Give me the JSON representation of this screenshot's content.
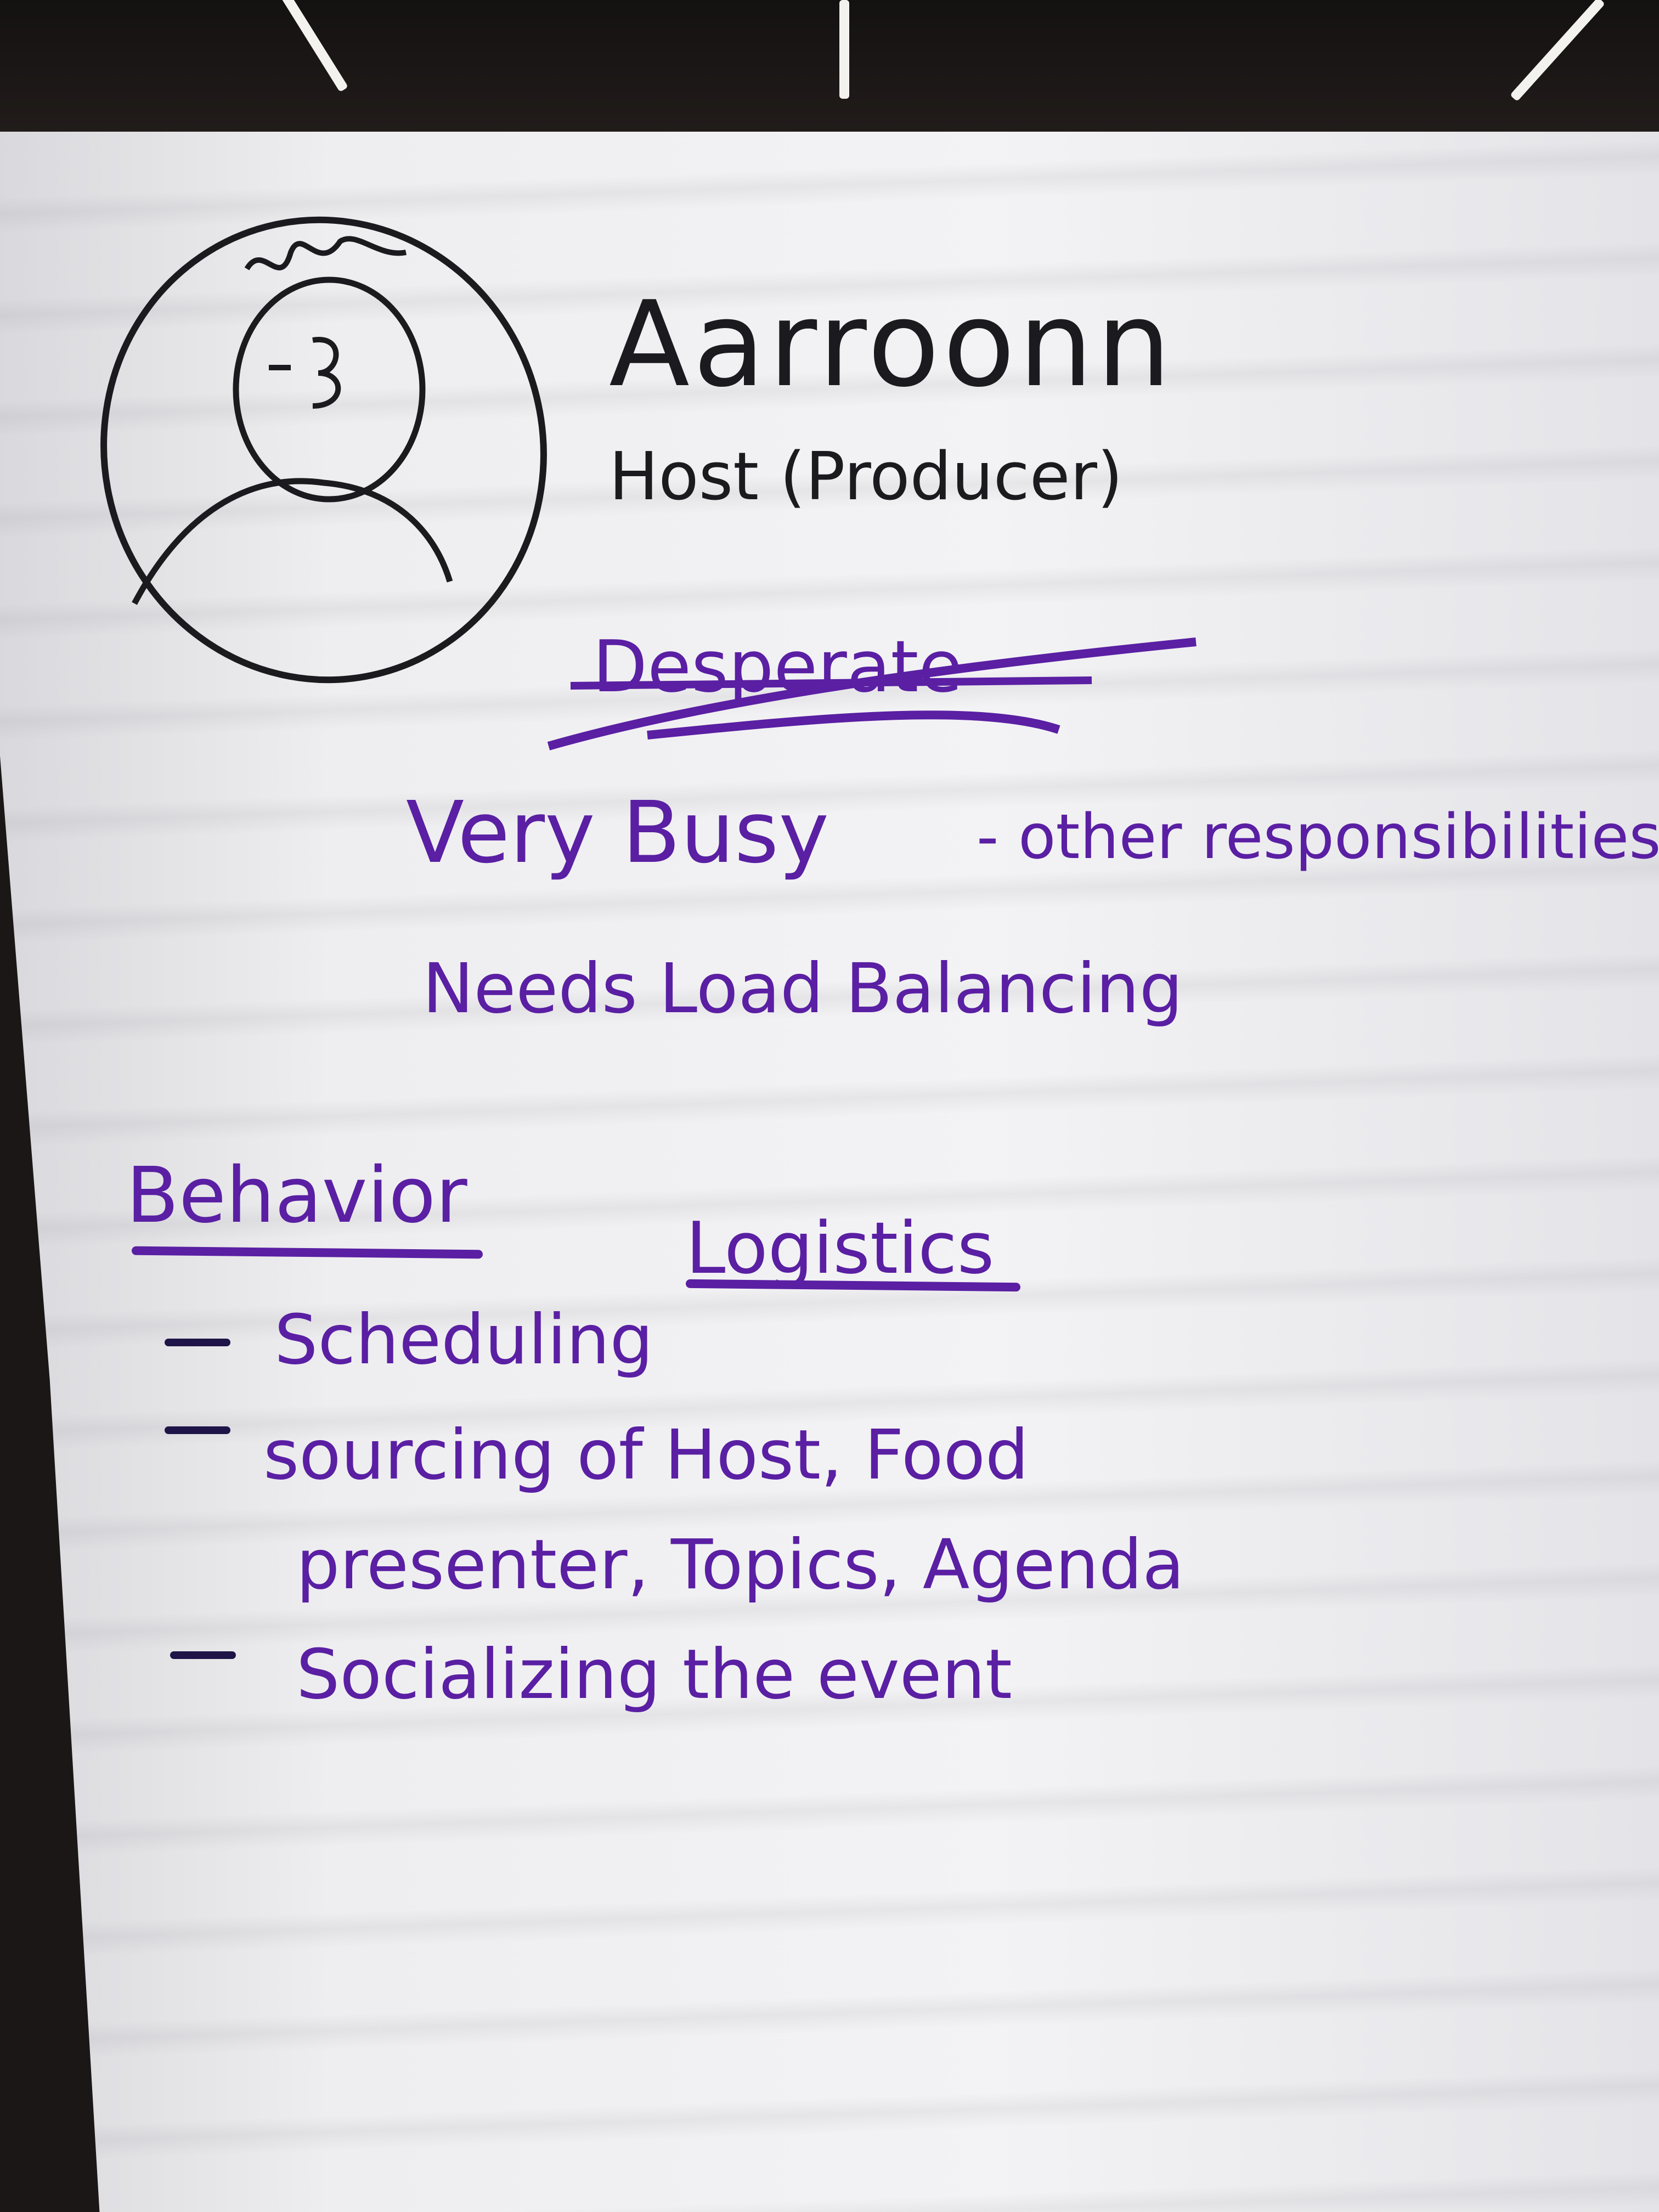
{
  "scene": {
    "name": "Aarroonn",
    "role": "Host (Producer)",
    "struck_word": "Desperate",
    "busy": "Very Busy",
    "busy_note": "- other responsibilities",
    "needs": "Needs Load Balancing",
    "behavior_heading": "Behavior",
    "logistics_heading": "Logistics",
    "items": [
      "Scheduling",
      "sourcing of Host, Food",
      "presenter, Topics, Agenda",
      "Socializing the event"
    ]
  },
  "colors": {
    "marker_black": "#1b1b1f",
    "marker_purple": "#5a1fa3",
    "paper": "#eeeef0"
  },
  "icons": {
    "avatar": "face-sketch-icon"
  }
}
